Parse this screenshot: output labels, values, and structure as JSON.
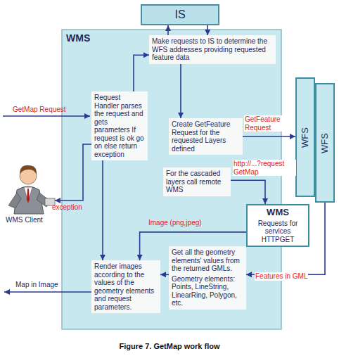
{
  "diagram": {
    "caption": "Figure 7. GetMap work flow",
    "nodes": [
      {
        "text": [
          "IS"
        ]
      },
      {
        "text": [
          "WMS"
        ]
      },
      {
        "text": [
          "Make requests to IS to determine the WFS addresses providing requested feature data"
        ],
        "in": 1
      },
      {
        "text": [
          "Request Handler parses the request and gets parameters If request is ok go on else return exception"
        ],
        "in": 1
      },
      {
        "text": [
          "Create GetFeature Request for the requested Layers defined"
        ],
        "in": 1
      },
      {
        "text": [
          "For the cascaded layers call remote WMS"
        ],
        "in": 1
      },
      {
        "text": [
          "Get all the geometry elements' values from the returned GMLs.",
          "Geometry elements: Points, LineString, LinearRing, Polygon, etc."
        ],
        "in": 1
      },
      {
        "text": [
          "Render images according to the values of the geometry elements and request parameters."
        ],
        "in": 1
      },
      {
        "text": [
          "WMS",
          "Requests for services HTTPGET"
        ]
      },
      {
        "text": [
          "WFS"
        ]
      },
      {
        "text": [
          "WFS"
        ]
      }
    ],
    "edges": [
      {
        "from": 2,
        "to": 0,
        "arrow": "to"
      },
      {
        "from": 0,
        "to": 2,
        "arrow": "to"
      },
      {
        "from": 3,
        "to": 2,
        "arrow": "to"
      },
      {
        "from": 2,
        "to": 4,
        "arrow": "to"
      },
      {
        "from": 4,
        "to": 9,
        "label": "GetFeature Request",
        "arrow": "to"
      },
      {
        "from": 5,
        "to": 8,
        "label": "http://...?request GetMap",
        "arrow": "to"
      },
      {
        "from": 3,
        "to": 7,
        "arrow": "to"
      },
      {
        "from": 8,
        "to": 7,
        "label": "Image (png,jpeg)",
        "arrow": "to"
      },
      {
        "from": 10,
        "to": 6,
        "label": "Features in GML",
        "arrow": "to"
      },
      {
        "from": 6,
        "to": 7,
        "arrow": "to"
      }
    ],
    "labels": [
      "GetMap Request",
      "exception",
      "WMS Client",
      "Map in Image"
    ]
  }
}
